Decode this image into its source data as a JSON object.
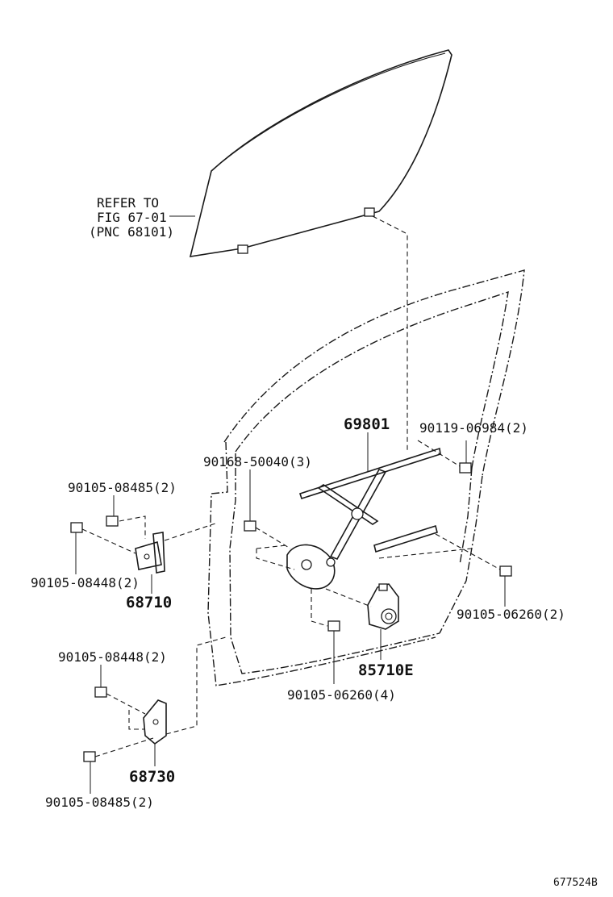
{
  "refer": {
    "line1": "REFER TO",
    "line2": "FIG 67-01",
    "line3": "(PNC 68101)"
  },
  "parts": {
    "p69801": "69801",
    "p90119": "90119-06984(2)",
    "p90168": "90168-50040(3)",
    "p90105_08485_top": "90105-08485(2)",
    "p90105_08448_top": "90105-08448(2)",
    "p68710": "68710",
    "p90105_06260_right": "90105-06260(2)",
    "p85710E": "85710E",
    "p90105_06260_bottom": "90105-06260(4)",
    "p90105_08448_bottom": "90105-08448(2)",
    "p68730": "68730",
    "p90105_08485_bottom": "90105-08485(2)"
  },
  "diagram_id": "677524B"
}
